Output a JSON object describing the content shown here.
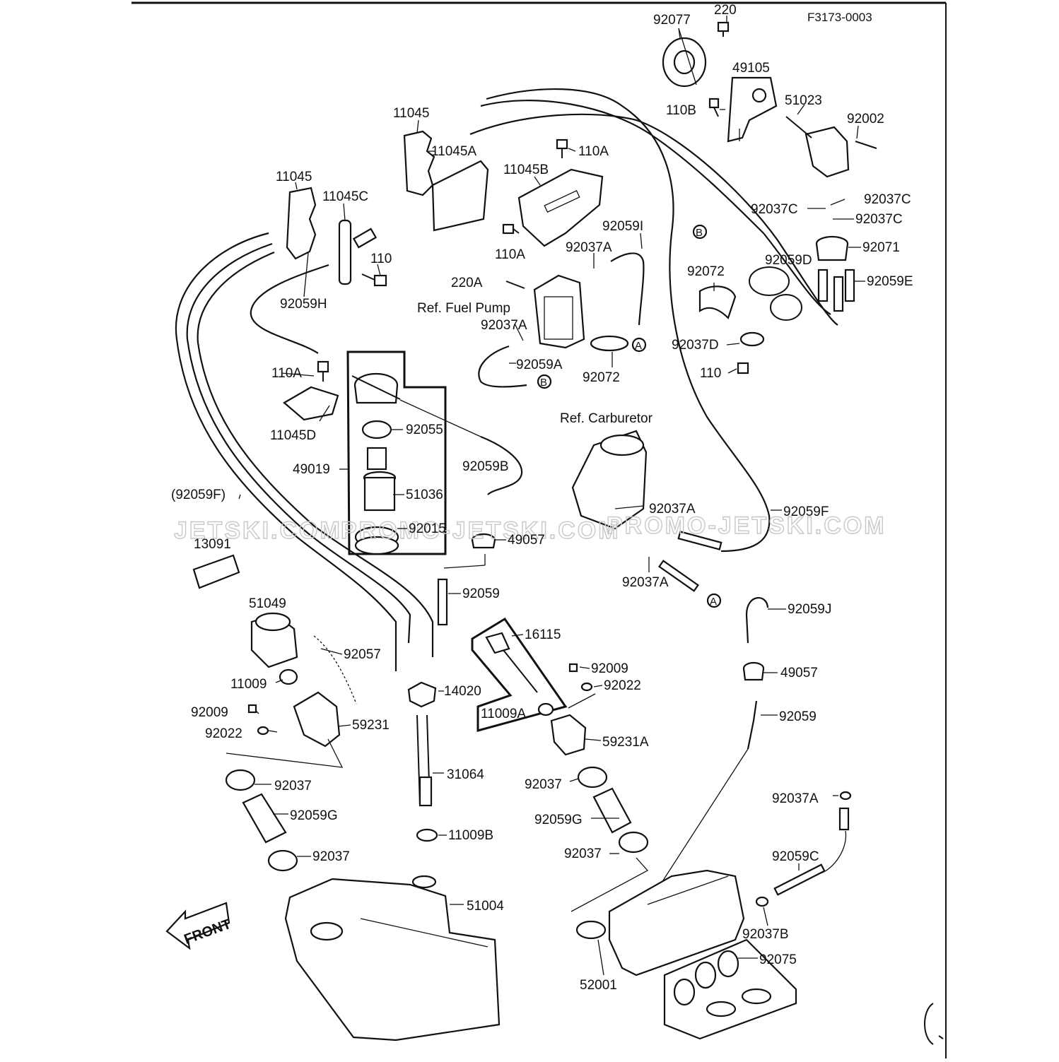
{
  "header": {
    "ref_code": "F3173-0003"
  },
  "watermark": {
    "text_left": "JETSKI.COM",
    "text_mid": "PROMO-JETSKI.COM",
    "text_right": "PROMO-JETSKI.COM"
  },
  "front_arrow": {
    "label": "FRONT"
  },
  "refs": {
    "fuel_pump": "Ref. Fuel Pump",
    "carburetor": "Ref. Carburetor"
  },
  "markers": {
    "a": "A",
    "b": "B"
  },
  "parts": {
    "p92077": "92077",
    "p220": "220",
    "p49105": "49105",
    "p110B": "110B",
    "p51023": "51023",
    "p92002": "92002",
    "p11045_top": "11045",
    "p11045A": "11045A",
    "p110A_top": "110A",
    "p11045B": "11045B",
    "p11045_left": "11045",
    "p11045C": "11045C",
    "p110": "110",
    "p92059H": "92059H",
    "p110A_mid": "110A",
    "p92059I": "92059I",
    "p92037A_1": "92037A",
    "p92037C_1": "92037C",
    "p92037C_2": "92037C",
    "p92037C_3": "92037C",
    "p92071": "92071",
    "p92059D": "92059D",
    "p92072_r": "92072",
    "p92059E": "92059E",
    "p220A": "220A",
    "p92037A_2": "92037A",
    "p92059A": "92059A",
    "p92072_c": "92072",
    "p92037D": "92037D",
    "p110_r": "110",
    "p110A_l": "110A",
    "p11045D": "11045D",
    "p92055": "92055",
    "p49019": "49019",
    "p92059B": "92059B",
    "p51036": "51036",
    "p92059F_l": "(92059F)",
    "p92015": "92015",
    "p49057_l": "49057",
    "p13091": "13091",
    "p92037A_3": "92037A",
    "p92059F_r": "92059F",
    "p92037A_4": "92037A",
    "p92059_c": "92059",
    "p92059J": "92059J",
    "p51049": "51049",
    "p16115": "16115",
    "p92057": "92057",
    "p92009_c": "92009",
    "p92022_c": "92022",
    "p49057_r": "49057",
    "p11009": "11009",
    "p14020": "14020",
    "p92009_l": "92009",
    "p11009A": "11009A",
    "p92059_r": "92059",
    "p92022_l": "92022",
    "p59231": "59231",
    "p59231A": "59231A",
    "p31064": "31064",
    "p92037_l1": "92037",
    "p92037_c1": "92037",
    "p92037A_5": "92037A",
    "p92059G_l": "92059G",
    "p92059G_c": "92059G",
    "p11009B": "11009B",
    "p92037_l2": "92037",
    "p92037_c2": "92037",
    "p92059C": "92059C",
    "p51004": "51004",
    "p92037B": "92037B",
    "p92075": "92075",
    "p52001": "52001"
  }
}
